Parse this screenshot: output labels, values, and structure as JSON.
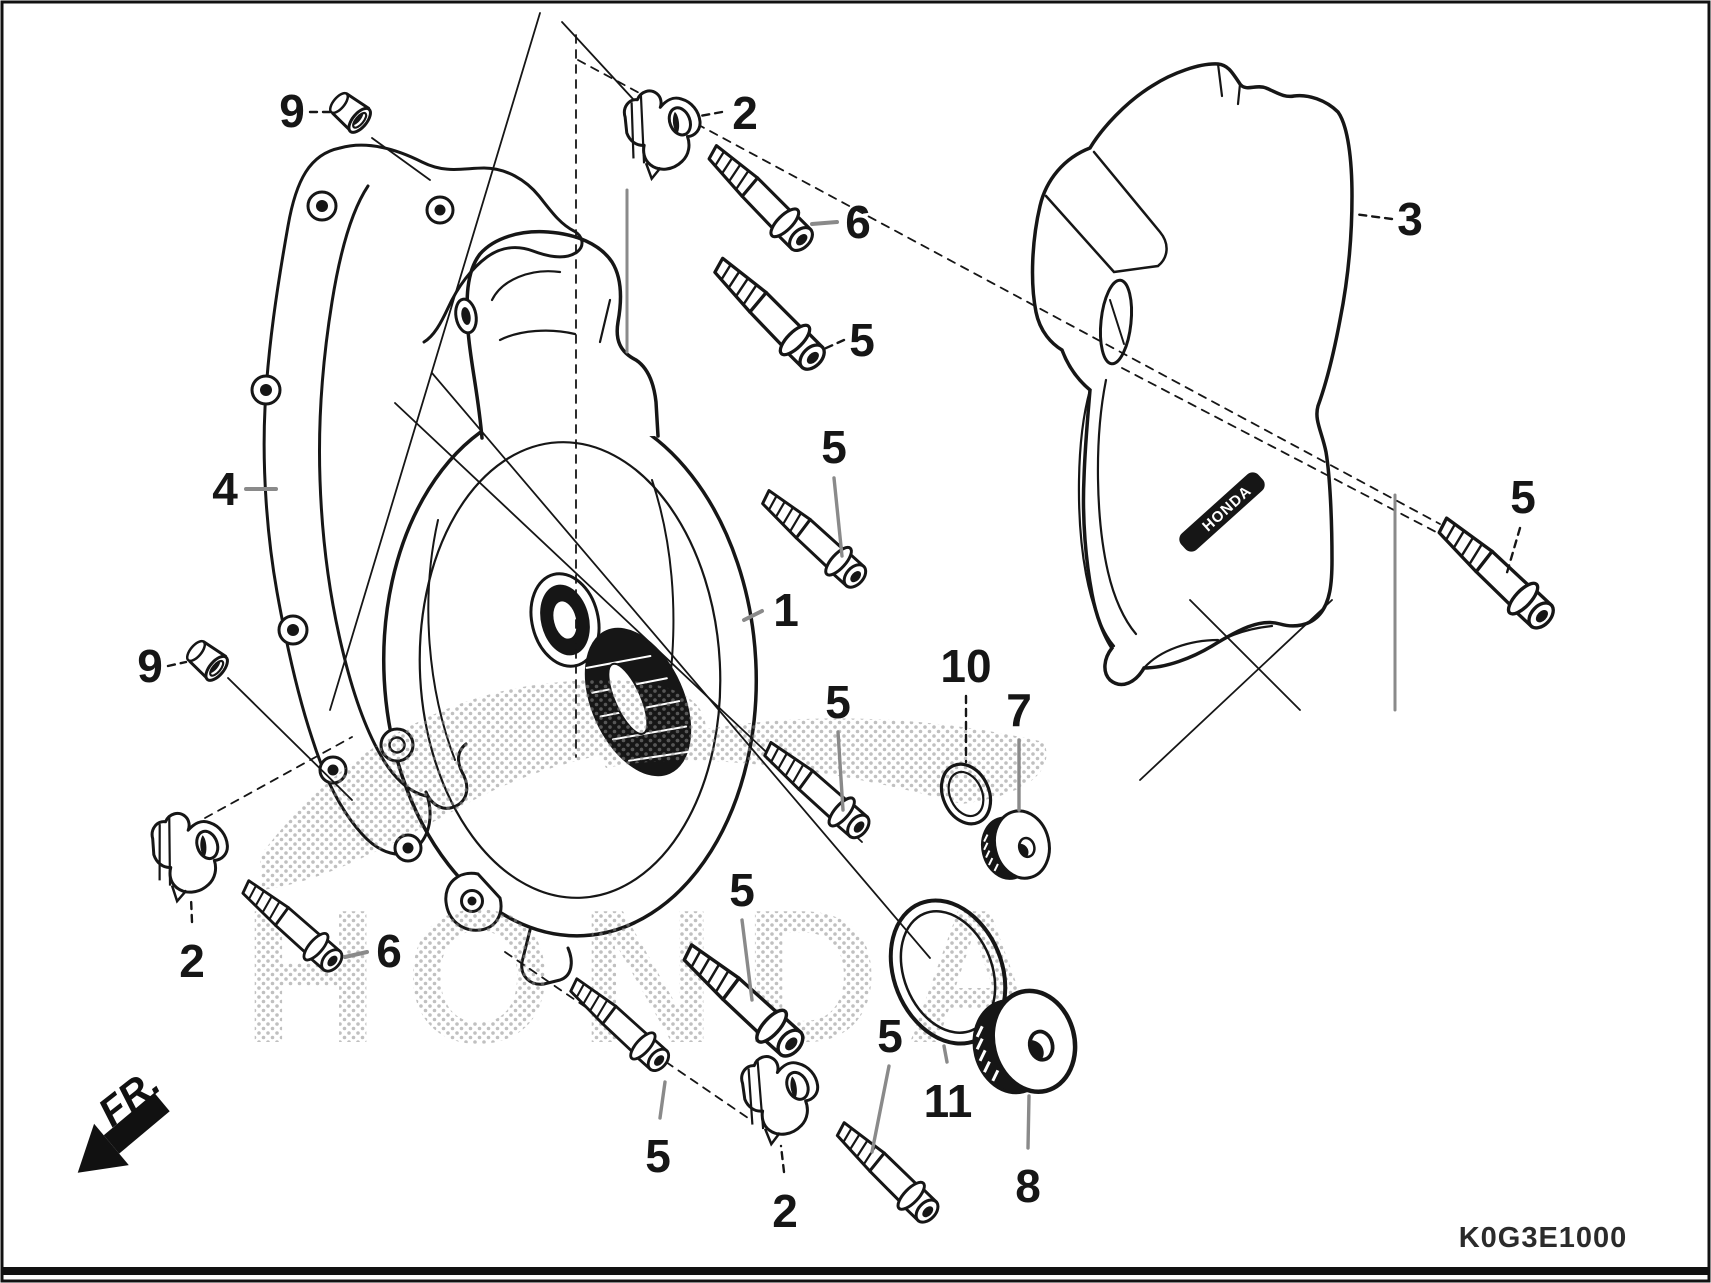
{
  "figure": {
    "code": "K0G3E1000",
    "direction_label": "FR.",
    "watermark_text": "HONDA",
    "background": "#ffffff",
    "line_color": "#161616",
    "leader_gray": "#8a8a8a"
  },
  "callouts": [
    {
      "id": "9a",
      "ref": "9"
    },
    {
      "id": "2a",
      "ref": "2"
    },
    {
      "id": "6a",
      "ref": "6"
    },
    {
      "id": "5a",
      "ref": "5"
    },
    {
      "id": "3",
      "ref": "3"
    },
    {
      "id": "4",
      "ref": "4"
    },
    {
      "id": "5b",
      "ref": "5"
    },
    {
      "id": "9b",
      "ref": "9"
    },
    {
      "id": "1",
      "ref": "1"
    },
    {
      "id": "5c",
      "ref": "5"
    },
    {
      "id": "5d",
      "ref": "5"
    },
    {
      "id": "10",
      "ref": "10"
    },
    {
      "id": "7",
      "ref": "7"
    },
    {
      "id": "5g",
      "ref": "5"
    },
    {
      "id": "6b",
      "ref": "6"
    },
    {
      "id": "2b",
      "ref": "2"
    },
    {
      "id": "5e",
      "ref": "5"
    },
    {
      "id": "5f",
      "ref": "5"
    },
    {
      "id": "2c",
      "ref": "2"
    },
    {
      "id": "11",
      "ref": "11"
    },
    {
      "id": "8",
      "ref": "8"
    }
  ]
}
